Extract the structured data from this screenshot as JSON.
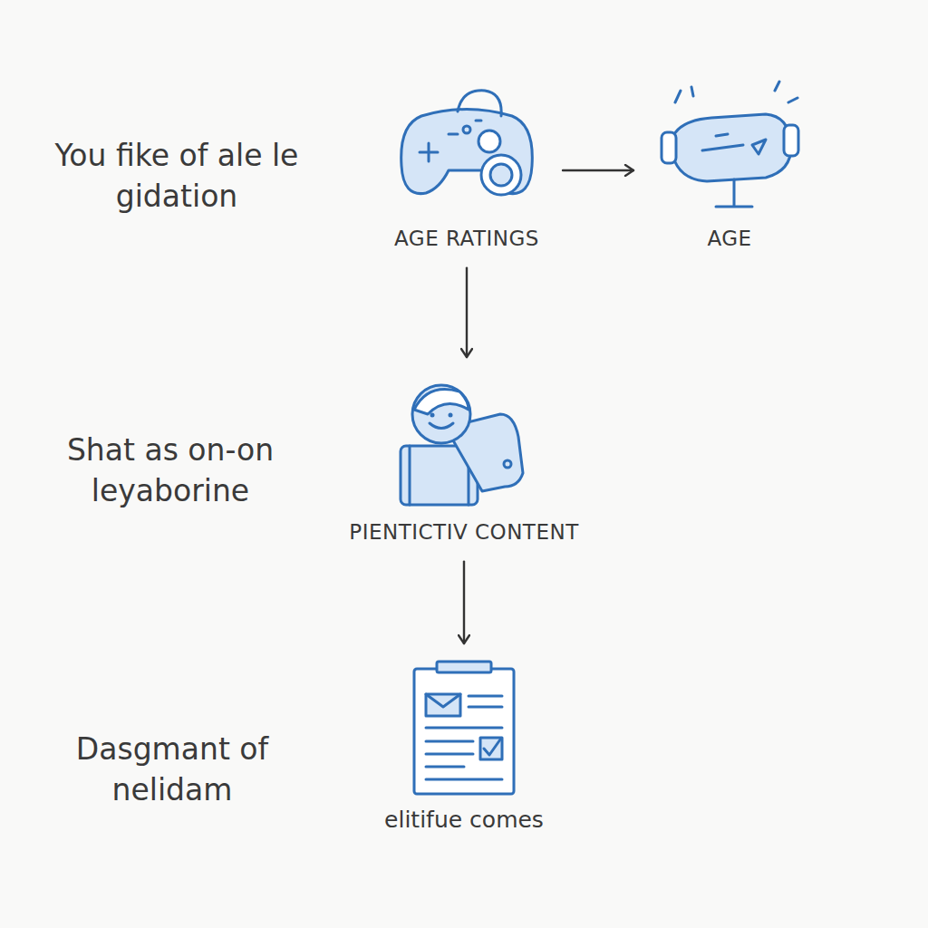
{
  "diagram": {
    "nodes": [
      {
        "text": [
          "AGE RATINGS"
        ]
      },
      {
        "text": [
          "AGE"
        ]
      },
      {
        "text": [
          "PIENTICTIV CONTENT"
        ]
      },
      {
        "text": [
          "elitifue comes"
        ]
      }
    ],
    "edges": [
      {
        "from": 0,
        "to": 1,
        "arrow": "to"
      },
      {
        "from": 0,
        "to": 2,
        "arrow": "to"
      },
      {
        "from": 2,
        "to": 3,
        "arrow": "to"
      }
    ],
    "labels": [
      "You fike of ale le gidation",
      "Shat as on-on leyaborine",
      "Dasgmant of nelidam"
    ]
  }
}
